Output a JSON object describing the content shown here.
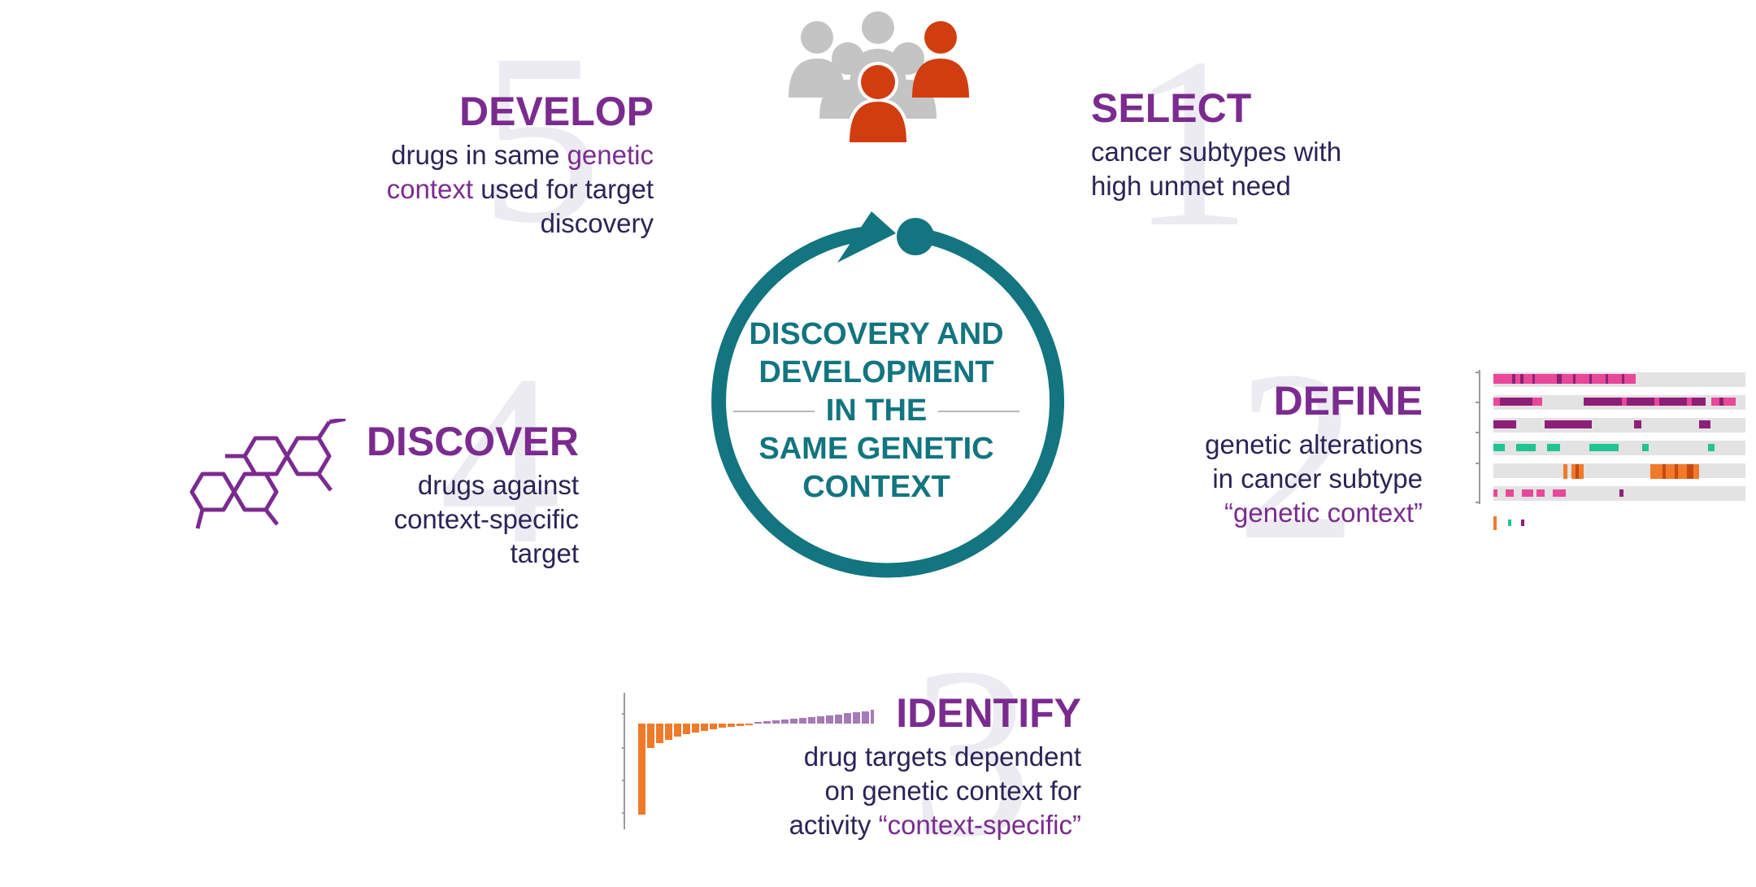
{
  "center": {
    "line1": "DISCOVERY AND",
    "line2": "DEVELOPMENT",
    "line3": "IN THE",
    "line4": "SAME GENETIC",
    "line5": "CONTEXT"
  },
  "steps": [
    {
      "number": "1",
      "heading": "SELECT",
      "lines": [
        "cancer subtypes with",
        "high unmet need"
      ]
    },
    {
      "number": "2",
      "heading": "DEFINE",
      "lines": [
        "genetic alterations",
        "in cancer subtype"
      ],
      "accent": "“genetic context”"
    },
    {
      "number": "3",
      "heading": "IDENTIFY",
      "lines": [
        "drug targets dependent",
        "on genetic context for"
      ],
      "line3_plain": "activity ",
      "line3_accent": "“context-specific”"
    },
    {
      "number": "4",
      "heading": "DISCOVER",
      "lines": [
        "drugs against",
        "context-specific",
        "target"
      ]
    },
    {
      "number": "5",
      "heading": "DEVELOP",
      "line1_plain": "drugs in same ",
      "line1_accent": "genetic",
      "line2_accent": "context",
      "line2_plain": " used for target",
      "line3": "discovery"
    }
  ],
  "icons": {
    "people": "people-group-icon",
    "molecule": "molecule-icon",
    "cycle": "cycle-arrow-icon",
    "bars": "waterfall-bar-chart-icon",
    "tracks": "genomic-tracks-icon"
  },
  "colors": {
    "purple": "#7b2b8f",
    "navy": "#2a2457",
    "teal": "#127580",
    "orange": "#d13d0e",
    "gray": "#c4c4c4",
    "bar_orange": "#f07a2a",
    "bar_purple": "#a679b8",
    "track_pink": "#e8479a",
    "track_purple": "#8e1f78",
    "track_green": "#20c490"
  }
}
